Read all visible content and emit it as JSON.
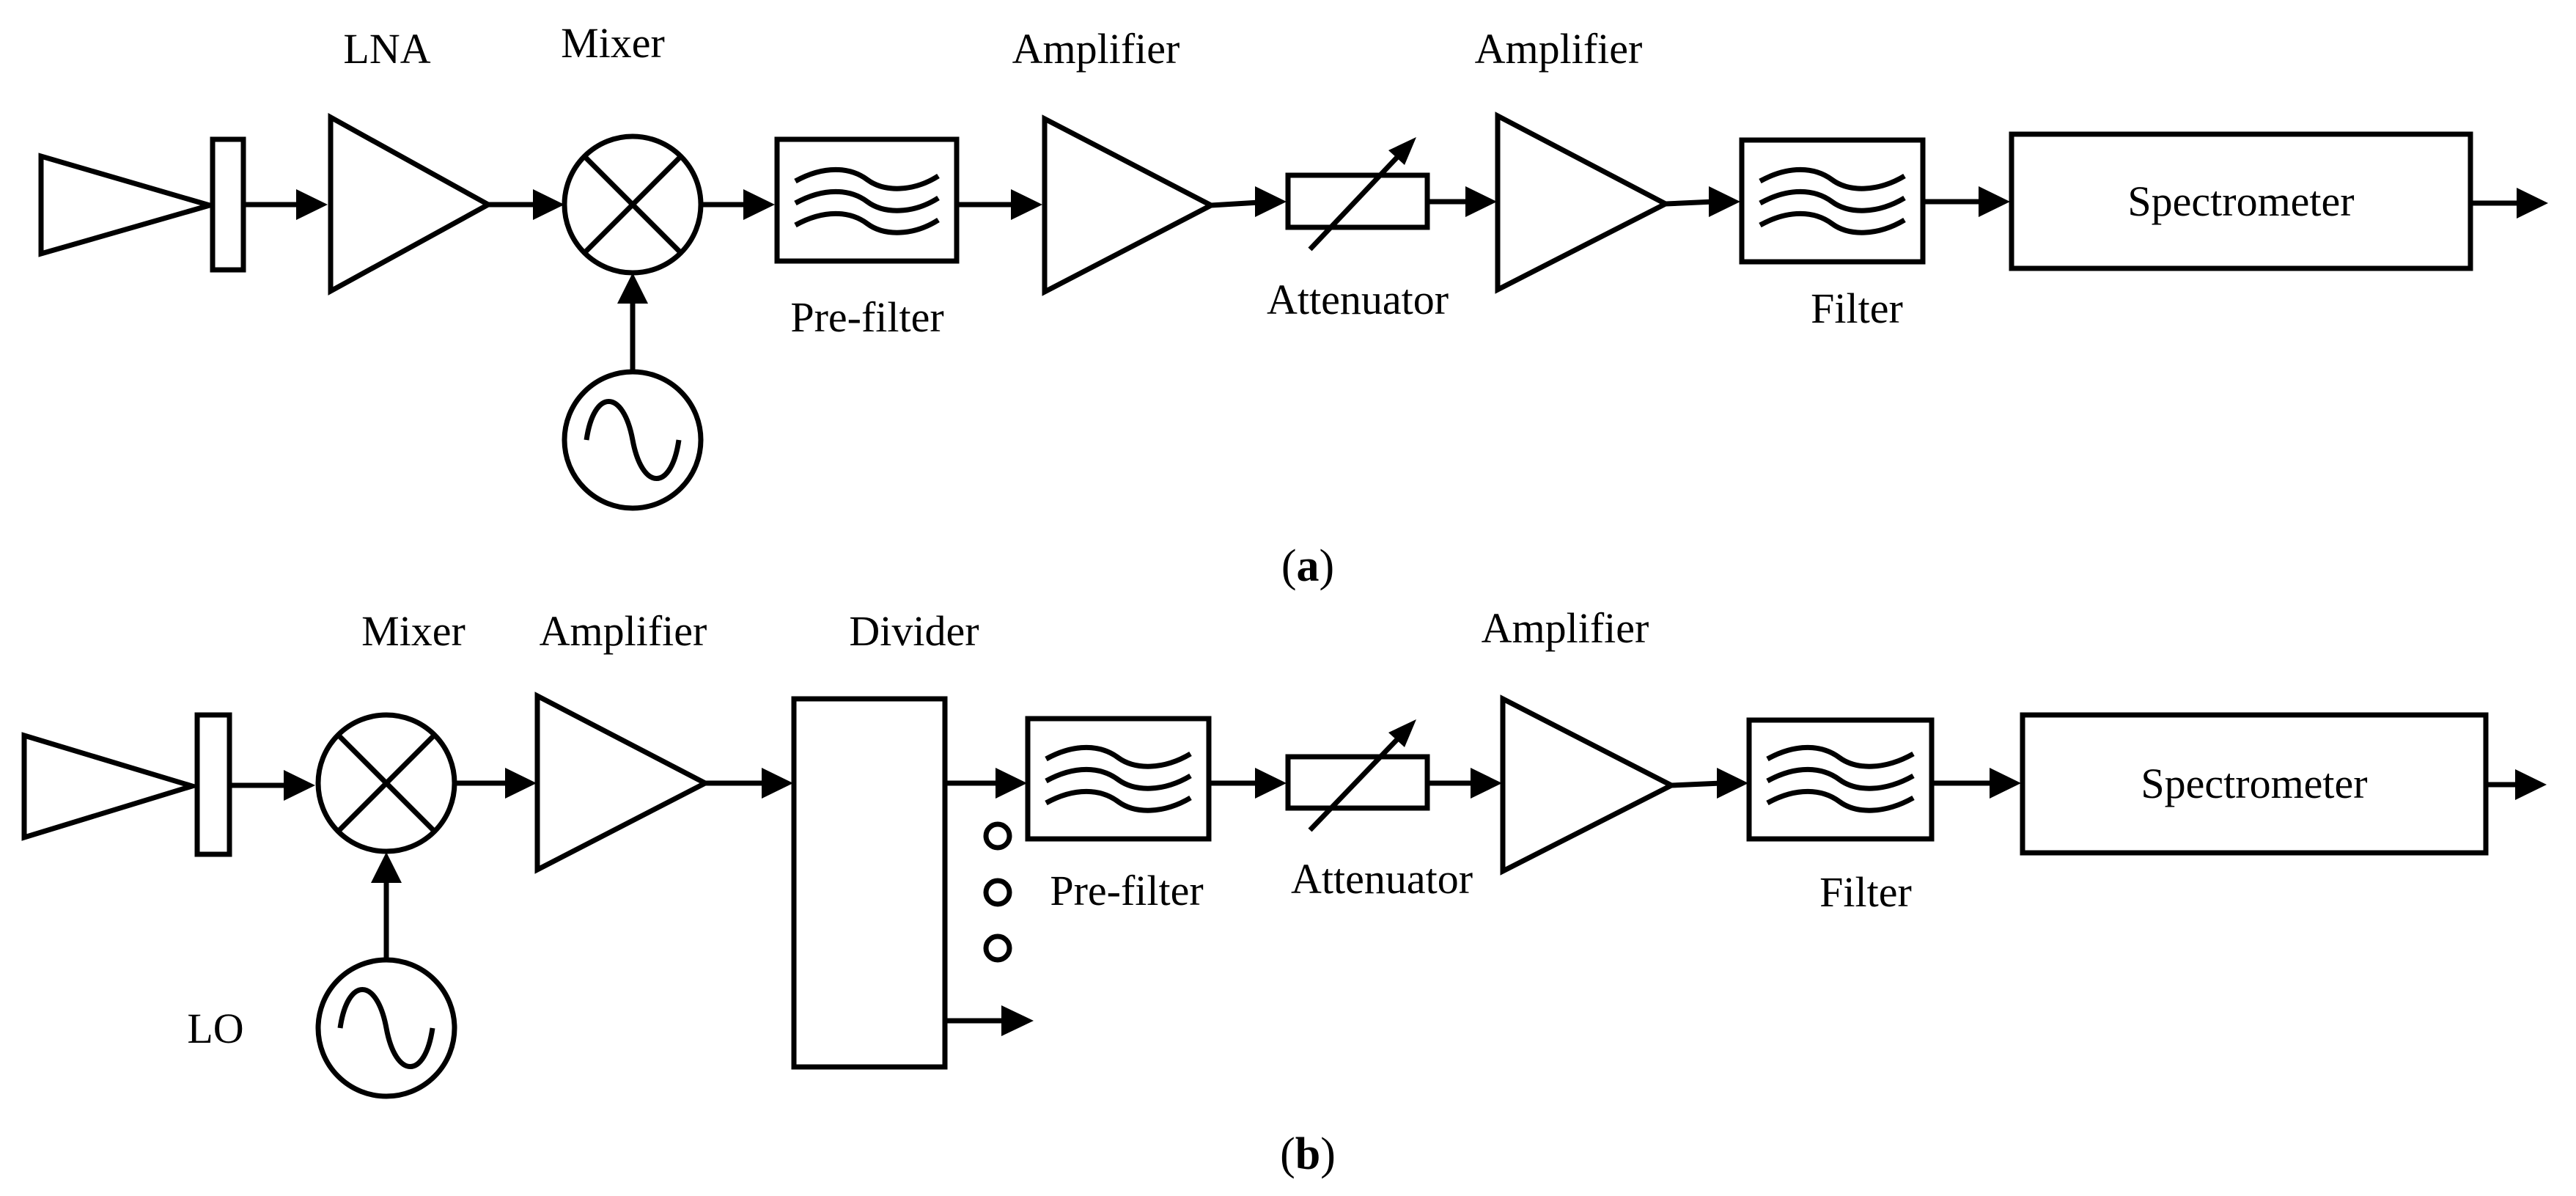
{
  "diagram_a": {
    "labels": {
      "lna": "LNA",
      "mixer": "Mixer",
      "pre_filter": "Pre-filter",
      "amplifier_1": "Amplifier",
      "attenuator": "Attenuator",
      "amplifier_2": "Amplifier",
      "filter": "Filter",
      "spectrometer": "Spectrometer"
    },
    "caption": {
      "open": "(",
      "letter": "a",
      "close": ")"
    }
  },
  "diagram_b": {
    "labels": {
      "mixer": "Mixer",
      "amplifier_1": "Amplifier",
      "divider": "Divider",
      "pre_filter": "Pre-filter",
      "attenuator": "Attenuator",
      "amplifier_2": "Amplifier",
      "filter": "Filter",
      "spectrometer": "Spectrometer",
      "lo": "LO"
    },
    "caption": {
      "open": "(",
      "letter": "b",
      "close": ")"
    }
  }
}
